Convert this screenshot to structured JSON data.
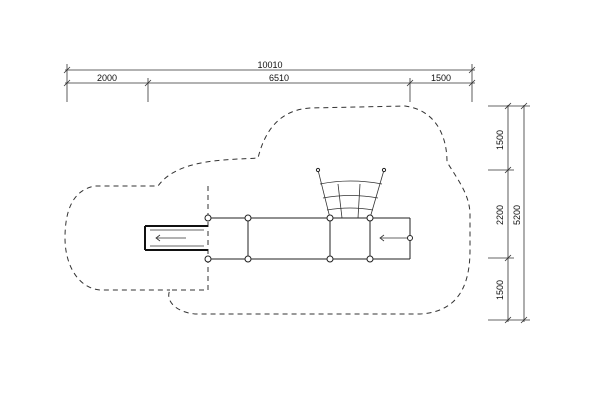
{
  "dimensions": {
    "top_total": "10010",
    "top_left": "2000",
    "top_middle": "6510",
    "top_right": "1500",
    "right_top": "1500",
    "right_middle": "2200",
    "right_bottom": "1500",
    "right_total": "5200"
  }
}
